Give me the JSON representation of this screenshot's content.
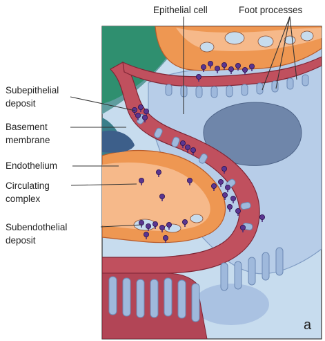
{
  "labels": {
    "epithelial_cell": "Epithelial cell",
    "foot_processes": "Foot processes",
    "subepithelial_line1": "Subepithelial",
    "subepithelial_line2": "deposit",
    "basement_line1": "Basement",
    "basement_line2": "membrane",
    "endothelium": "Endothelium",
    "circulating_line1": "Circulating",
    "circulating_line2": "complex",
    "subendothelial_line1": "Subendothelial",
    "subendothelial_line2": "deposit",
    "panel_letter": "a"
  },
  "colors": {
    "epithelial_cytoplasm": "#b7cde8",
    "epithelial_nucleus": "#6f86aa",
    "basement_membrane": "#c0505e",
    "endothelium": "#ee9752",
    "endothelial_lumen": "#f6b98a",
    "mesangial_green": "#2f8f6f",
    "background_teal": "#5f9d9f",
    "immune_complex": "#4a2a7a"
  }
}
